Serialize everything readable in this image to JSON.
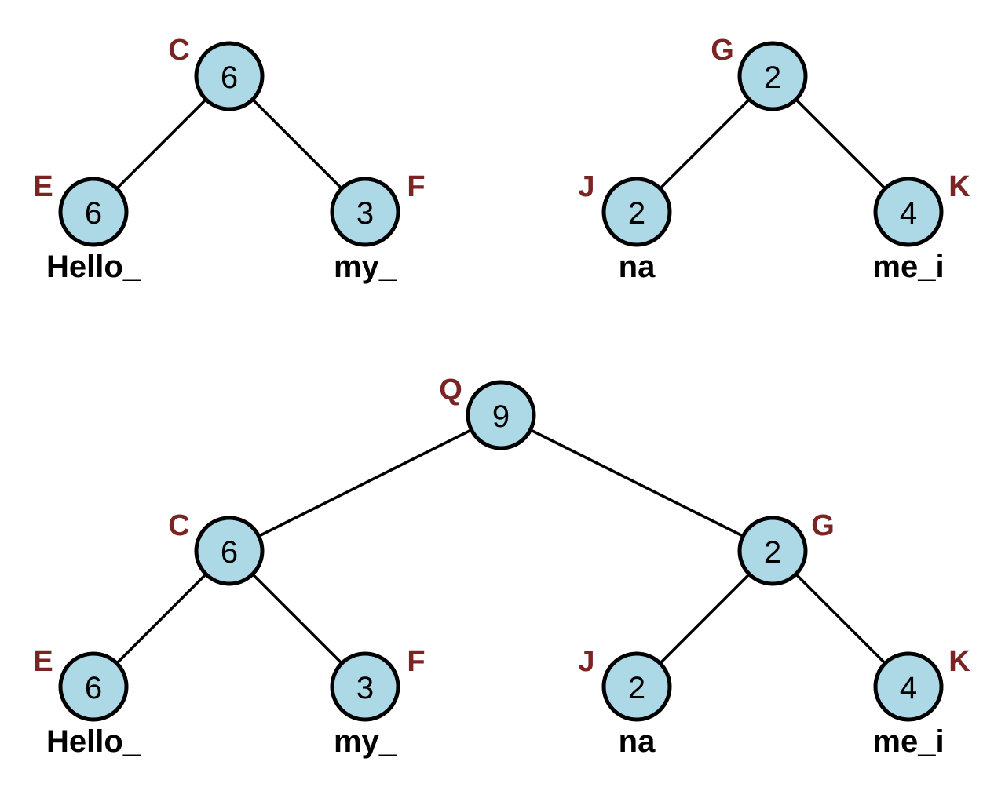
{
  "colors": {
    "node_fill": "#add8e6",
    "node_stroke": "#000000",
    "tag": "#7b2424",
    "edge": "#000000"
  },
  "tree_c": {
    "root": {
      "tag": "C",
      "value": "6"
    },
    "left": {
      "tag": "E",
      "value": "6",
      "text": "Hello_"
    },
    "right": {
      "tag": "F",
      "value": "3",
      "text": "my_"
    }
  },
  "tree_g": {
    "root": {
      "tag": "G",
      "value": "2"
    },
    "left": {
      "tag": "J",
      "value": "2",
      "text": "na"
    },
    "right": {
      "tag": "K",
      "value": "4",
      "text": "me_i"
    }
  },
  "tree_q": {
    "root": {
      "tag": "Q",
      "value": "9"
    },
    "c": {
      "root": {
        "tag": "C",
        "value": "6"
      },
      "left": {
        "tag": "E",
        "value": "6",
        "text": "Hello_"
      },
      "right": {
        "tag": "F",
        "value": "3",
        "text": "my_"
      }
    },
    "g": {
      "root": {
        "tag": "G",
        "value": "2"
      },
      "left": {
        "tag": "J",
        "value": "2",
        "text": "na"
      },
      "right": {
        "tag": "K",
        "value": "4",
        "text": "me_i"
      }
    }
  }
}
